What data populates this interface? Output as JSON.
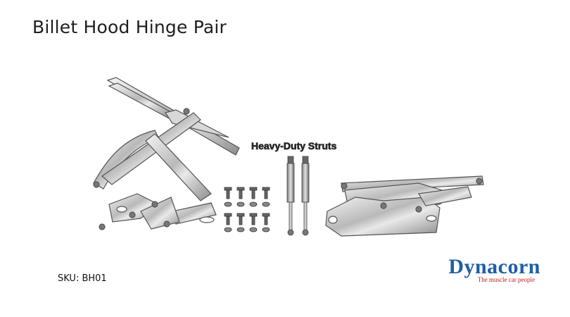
{
  "product": {
    "title": "Billet Hood Hinge Pair",
    "image_caption": "Heavy-Duty Struts",
    "sku": "SKU: BH01"
  },
  "brand": {
    "name": "Dynacorn",
    "tagline": "The muscle car people",
    "name_color": "#1d5fa8",
    "tagline_color": "#c21d1d"
  },
  "icons": [
    "hinge-open-icon",
    "bolt-kit-icon",
    "gas-strut-icon",
    "hinge-closed-icon"
  ]
}
